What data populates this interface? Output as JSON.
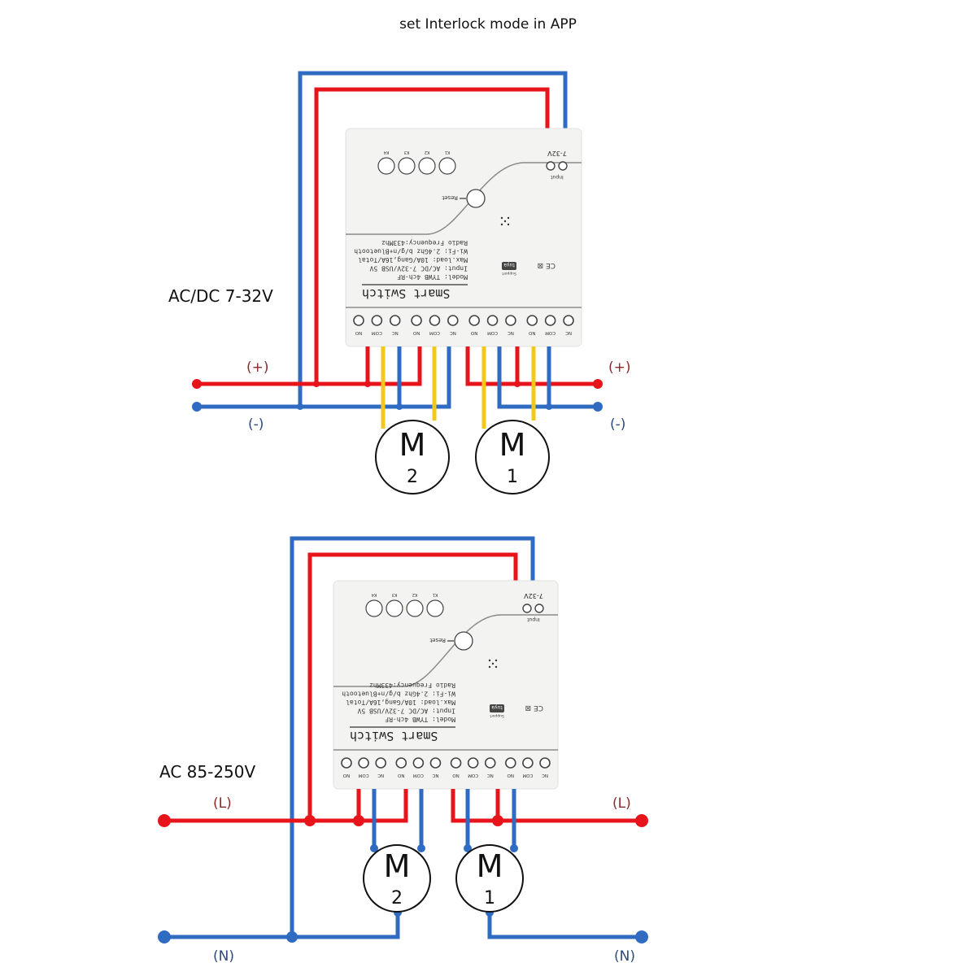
{
  "title": "set Interlock mode in APP",
  "colors": {
    "positive_wire": "#e8141c",
    "negative_wire": "#2f6bc0",
    "motor_wire": "#f2c81a",
    "device_body": "#f3f3f1",
    "label_red": "#8b2a2a",
    "label_blue": "#2c4a7a"
  },
  "diagrams": [
    {
      "id": "dc",
      "supply_label": "AC/DC 7-32V",
      "positive_label_left": "(+)",
      "positive_label_right": "(+)",
      "negative_label_left": "(-)",
      "negative_label_right": "(-)",
      "motors": [
        {
          "letter": "M",
          "number": "2"
        },
        {
          "letter": "M",
          "number": "1"
        }
      ]
    },
    {
      "id": "ac",
      "supply_label": "AC 85-250V",
      "positive_label_left": "(L)",
      "positive_label_right": "(L)",
      "negative_label_left": "(N)",
      "negative_label_right": "(N)",
      "motors": [
        {
          "letter": "M",
          "number": "2"
        },
        {
          "letter": "M",
          "number": "1"
        }
      ]
    }
  ],
  "device": {
    "input_voltage_label": "7-32V",
    "input_label": "Input",
    "buttons": [
      "K1",
      "K2",
      "K3",
      "K4"
    ],
    "reset_label": "Reset",
    "product_name": "Smart Switch",
    "specs": [
      "Model:  TYWB 4ch-RF",
      "Input:  AC/DC 7-32V/USB 5V",
      "Max.load:  10A/Gang,16A/Total",
      "Wi-Fi:  2.4Ghz b/g/n+Bluetooth",
      "Radio Frequency:433Mhz"
    ],
    "brand_badge": "tuya",
    "brand_support": "Support",
    "cert_marks": "CE",
    "terminal_labels": [
      "NC",
      "COM",
      "NO"
    ],
    "relay_count": 4
  }
}
